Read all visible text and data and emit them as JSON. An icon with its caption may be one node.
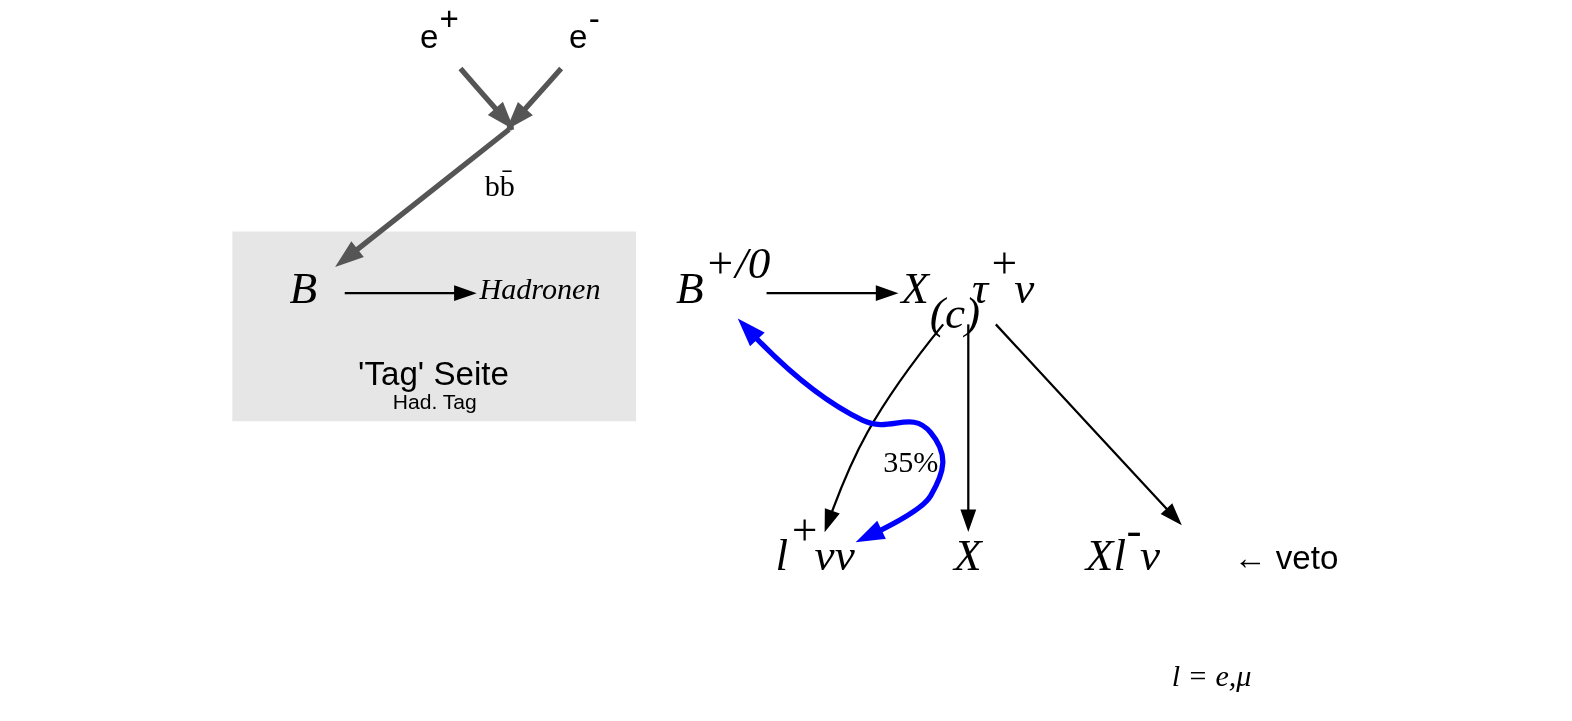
{
  "diagram": {
    "nodes": [
      {
        "text": [
          "'Tag' Seite",
          "Had. Tag"
        ]
      },
      {
        "text": [
          "e$^{+}$"
        ]
      },
      {
        "text": [
          "e$^{-}$"
        ]
      },
      {
        "text": [],
        "shape": "point"
      },
      {
        "text": [
          "Hadronen"
        ],
        "in": 0
      },
      {
        "text": [
          "B"
        ],
        "in": 0
      },
      {
        "text": [
          "B$^{+/0}$"
        ]
      },
      {
        "text": [
          "X$_{(c)}$τ$^{+}$ν"
        ]
      },
      {
        "text": [
          "l$^{+}$νν"
        ]
      },
      {
        "text": [
          "X"
        ]
      },
      {
        "text": [
          "Xl$^{-}$ν"
        ],
        "beside": [
          "← veto"
        ]
      }
    ],
    "edges": [
      {
        "from": 1,
        "to": 3,
        "arrow": "to",
        "style": "thick",
        "color": "#555555"
      },
      {
        "from": 2,
        "to": 3,
        "arrow": "to",
        "style": "thick",
        "color": "#555555"
      },
      {
        "from": 3,
        "to": 5,
        "arrow": "to",
        "label": "bb̄",
        "style": "thick",
        "color": "#555555"
      },
      {
        "from": 5,
        "to": 4,
        "arrow": "to"
      },
      {
        "from": 6,
        "to": 7,
        "arrow": "to"
      },
      {
        "from": 7,
        "to": 8,
        "arrow": "to",
        "label": "35%"
      },
      {
        "from": 7,
        "to": 9,
        "arrow": "to"
      },
      {
        "from": 7,
        "to": 10,
        "arrow": "to"
      },
      {
        "from": 8,
        "to": 6,
        "arrow": "both",
        "style": "thick",
        "color": "#0000ff"
      }
    ],
    "labels": [
      "l = e,μ"
    ]
  }
}
